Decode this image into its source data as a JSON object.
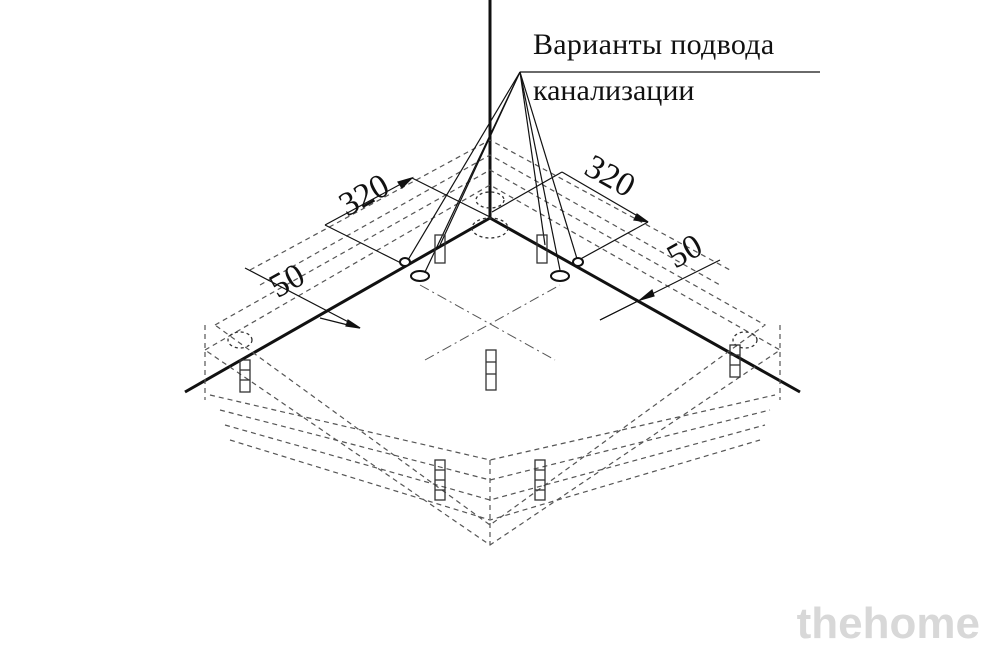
{
  "annotation": {
    "line1": "Варианты подвода",
    "line2": "канализации"
  },
  "dimensions": {
    "left_long": "320",
    "right_long": "320",
    "left_short": "50",
    "right_short": "50"
  },
  "watermark": "thehome",
  "colors": {
    "line": "#111111",
    "dashed": "#555555",
    "watermark": "#d8d8d8"
  }
}
